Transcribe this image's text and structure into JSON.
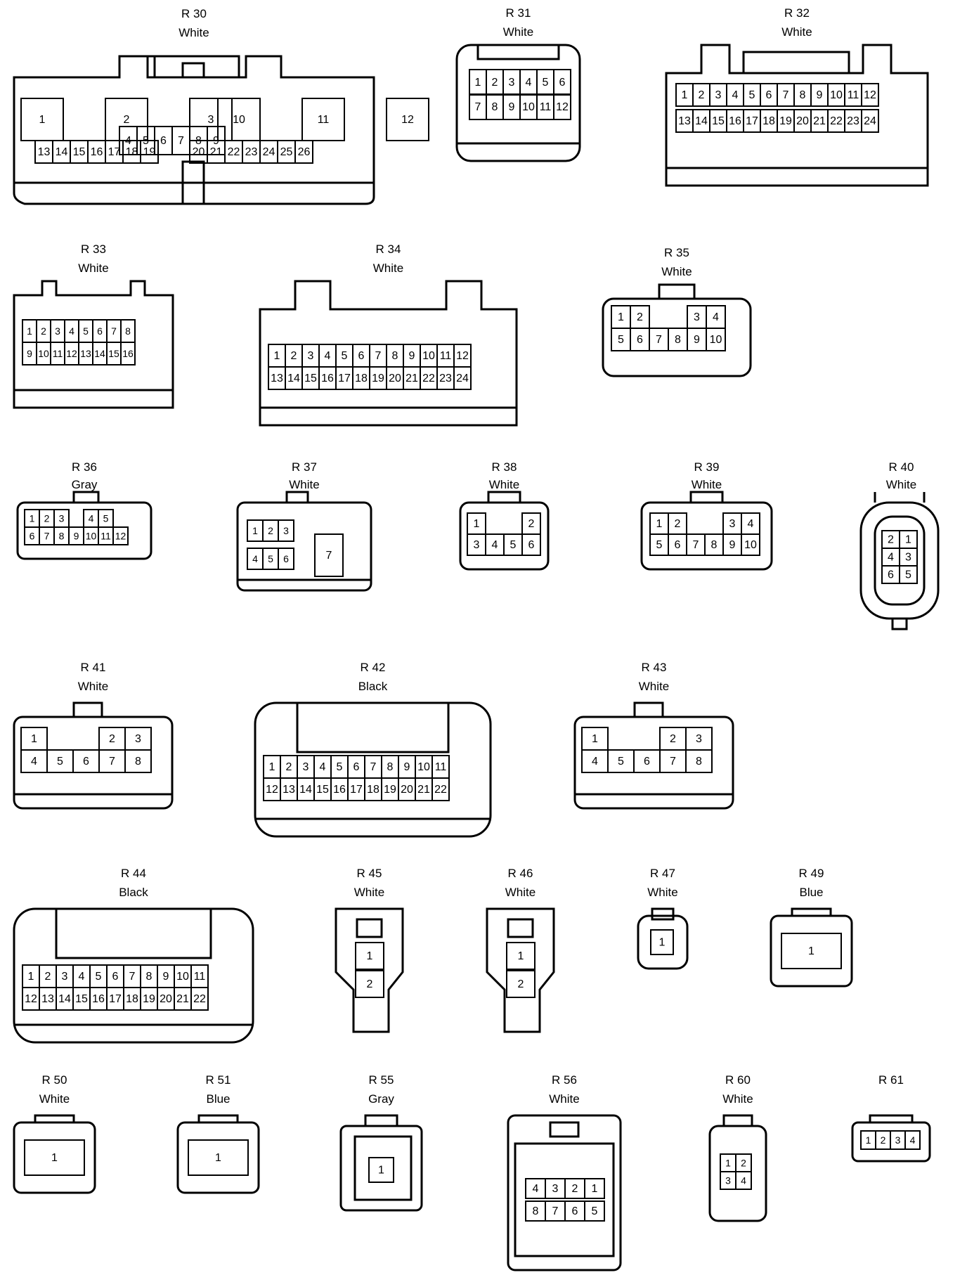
{
  "connectors": {
    "r30": {
      "id": "R 30",
      "color": "White",
      "rows": [
        [
          "1",
          "2",
          "3"
        ],
        [
          "4",
          "5",
          "6",
          "7",
          "8",
          "9"
        ],
        [
          "10",
          "11",
          "12"
        ],
        [
          "13",
          "14",
          "15",
          "16",
          "17",
          "18",
          "19"
        ],
        [
          "20",
          "21",
          "22",
          "23",
          "24",
          "25",
          "26"
        ]
      ]
    },
    "r31": {
      "id": "R 31",
      "color": "White",
      "rows": [
        [
          "1",
          "2",
          "3",
          "4",
          "5",
          "6"
        ],
        [
          "7",
          "8",
          "9",
          "10",
          "11",
          "12"
        ]
      ]
    },
    "r32": {
      "id": "R 32",
      "color": "White",
      "rows": [
        [
          "1",
          "2",
          "3",
          "4",
          "5",
          "6",
          "7",
          "8",
          "9",
          "10",
          "11",
          "12"
        ],
        [
          "13",
          "14",
          "15",
          "16",
          "17",
          "18",
          "19",
          "20",
          "21",
          "22",
          "23",
          "24"
        ]
      ]
    },
    "r33": {
      "id": "R 33",
      "color": "White",
      "rows": [
        [
          "1",
          "2",
          "3",
          "4",
          "5",
          "6",
          "7",
          "8"
        ],
        [
          "9",
          "10",
          "11",
          "12",
          "13",
          "14",
          "15",
          "16"
        ]
      ]
    },
    "r34": {
      "id": "R 34",
      "color": "White",
      "rows": [
        [
          "1",
          "2",
          "3",
          "4",
          "5",
          "6",
          "7",
          "8",
          "9",
          "10",
          "11",
          "12"
        ],
        [
          "13",
          "14",
          "15",
          "16",
          "17",
          "18",
          "19",
          "20",
          "21",
          "22",
          "23",
          "24"
        ]
      ]
    },
    "r35": {
      "id": "R 35",
      "color": "White",
      "rows": [
        [
          "1",
          "2",
          "",
          "",
          "3",
          "4"
        ],
        [
          "5",
          "6",
          "7",
          "8",
          "9",
          "10"
        ]
      ]
    },
    "r36": {
      "id": "R 36",
      "color": "Gray",
      "rows": [
        [
          "1",
          "2",
          "3",
          "",
          "4",
          "5"
        ],
        [
          "6",
          "7",
          "8",
          "9",
          "10",
          "11",
          "12"
        ]
      ]
    },
    "r37": {
      "id": "R 37",
      "color": "White",
      "rows": [
        [
          "1",
          "2",
          "3"
        ],
        [
          "4",
          "5",
          "6"
        ],
        [
          "7"
        ]
      ]
    },
    "r38": {
      "id": "R 38",
      "color": "White",
      "rows": [
        [
          "1",
          "",
          "",
          "2"
        ],
        [
          "3",
          "4",
          "5",
          "6"
        ]
      ]
    },
    "r39": {
      "id": "R 39",
      "color": "White",
      "rows": [
        [
          "1",
          "2",
          "",
          "",
          "3",
          "4"
        ],
        [
          "5",
          "6",
          "7",
          "8",
          "9",
          "10"
        ]
      ]
    },
    "r40": {
      "id": "R 40",
      "color": "White",
      "rows": [
        [
          "2",
          "1"
        ],
        [
          "4",
          "3"
        ],
        [
          "6",
          "5"
        ]
      ]
    },
    "r41": {
      "id": "R 41",
      "color": "White",
      "rows": [
        [
          "1",
          "",
          "",
          "2",
          "3"
        ],
        [
          "4",
          "5",
          "6",
          "7",
          "8"
        ]
      ]
    },
    "r42": {
      "id": "R 42",
      "color": "Black",
      "rows": [
        [
          "1",
          "2",
          "3",
          "4",
          "5",
          "6",
          "7",
          "8",
          "9",
          "10",
          "11"
        ],
        [
          "12",
          "13",
          "14",
          "15",
          "16",
          "17",
          "18",
          "19",
          "20",
          "21",
          "22"
        ]
      ]
    },
    "r43": {
      "id": "R 43",
      "color": "White",
      "rows": [
        [
          "1",
          "",
          "",
          "2",
          "3"
        ],
        [
          "4",
          "5",
          "6",
          "7",
          "8"
        ]
      ]
    },
    "r44": {
      "id": "R 44",
      "color": "Black",
      "rows": [
        [
          "1",
          "2",
          "3",
          "4",
          "5",
          "6",
          "7",
          "8",
          "9",
          "10",
          "11"
        ],
        [
          "12",
          "13",
          "14",
          "15",
          "16",
          "17",
          "18",
          "19",
          "20",
          "21",
          "22"
        ]
      ]
    },
    "r45": {
      "id": "R 45",
      "color": "White",
      "rows": [
        [
          "1"
        ],
        [
          "2"
        ]
      ]
    },
    "r46": {
      "id": "R 46",
      "color": "White",
      "rows": [
        [
          "1"
        ],
        [
          "2"
        ]
      ]
    },
    "r47": {
      "id": "R 47",
      "color": "White",
      "rows": [
        [
          "1"
        ]
      ]
    },
    "r49": {
      "id": "R 49",
      "color": "Blue",
      "rows": [
        [
          "1"
        ]
      ]
    },
    "r50": {
      "id": "R 50",
      "color": "White",
      "rows": [
        [
          "1"
        ]
      ]
    },
    "r51": {
      "id": "R 51",
      "color": "Blue",
      "rows": [
        [
          "1"
        ]
      ]
    },
    "r55": {
      "id": "R 55",
      "color": "Gray",
      "rows": [
        [
          "1"
        ]
      ]
    },
    "r56": {
      "id": "R 56",
      "color": "White",
      "rows": [
        [
          "4",
          "3",
          "2",
          "1"
        ],
        [
          "8",
          "7",
          "6",
          "5"
        ]
      ]
    },
    "r60": {
      "id": "R 60",
      "color": "White",
      "rows": [
        [
          "1",
          "2"
        ],
        [
          "3",
          "4"
        ]
      ]
    },
    "r61": {
      "id": "R 61",
      "color": "",
      "rows": [
        [
          "1",
          "2",
          "3",
          "4"
        ]
      ]
    }
  }
}
